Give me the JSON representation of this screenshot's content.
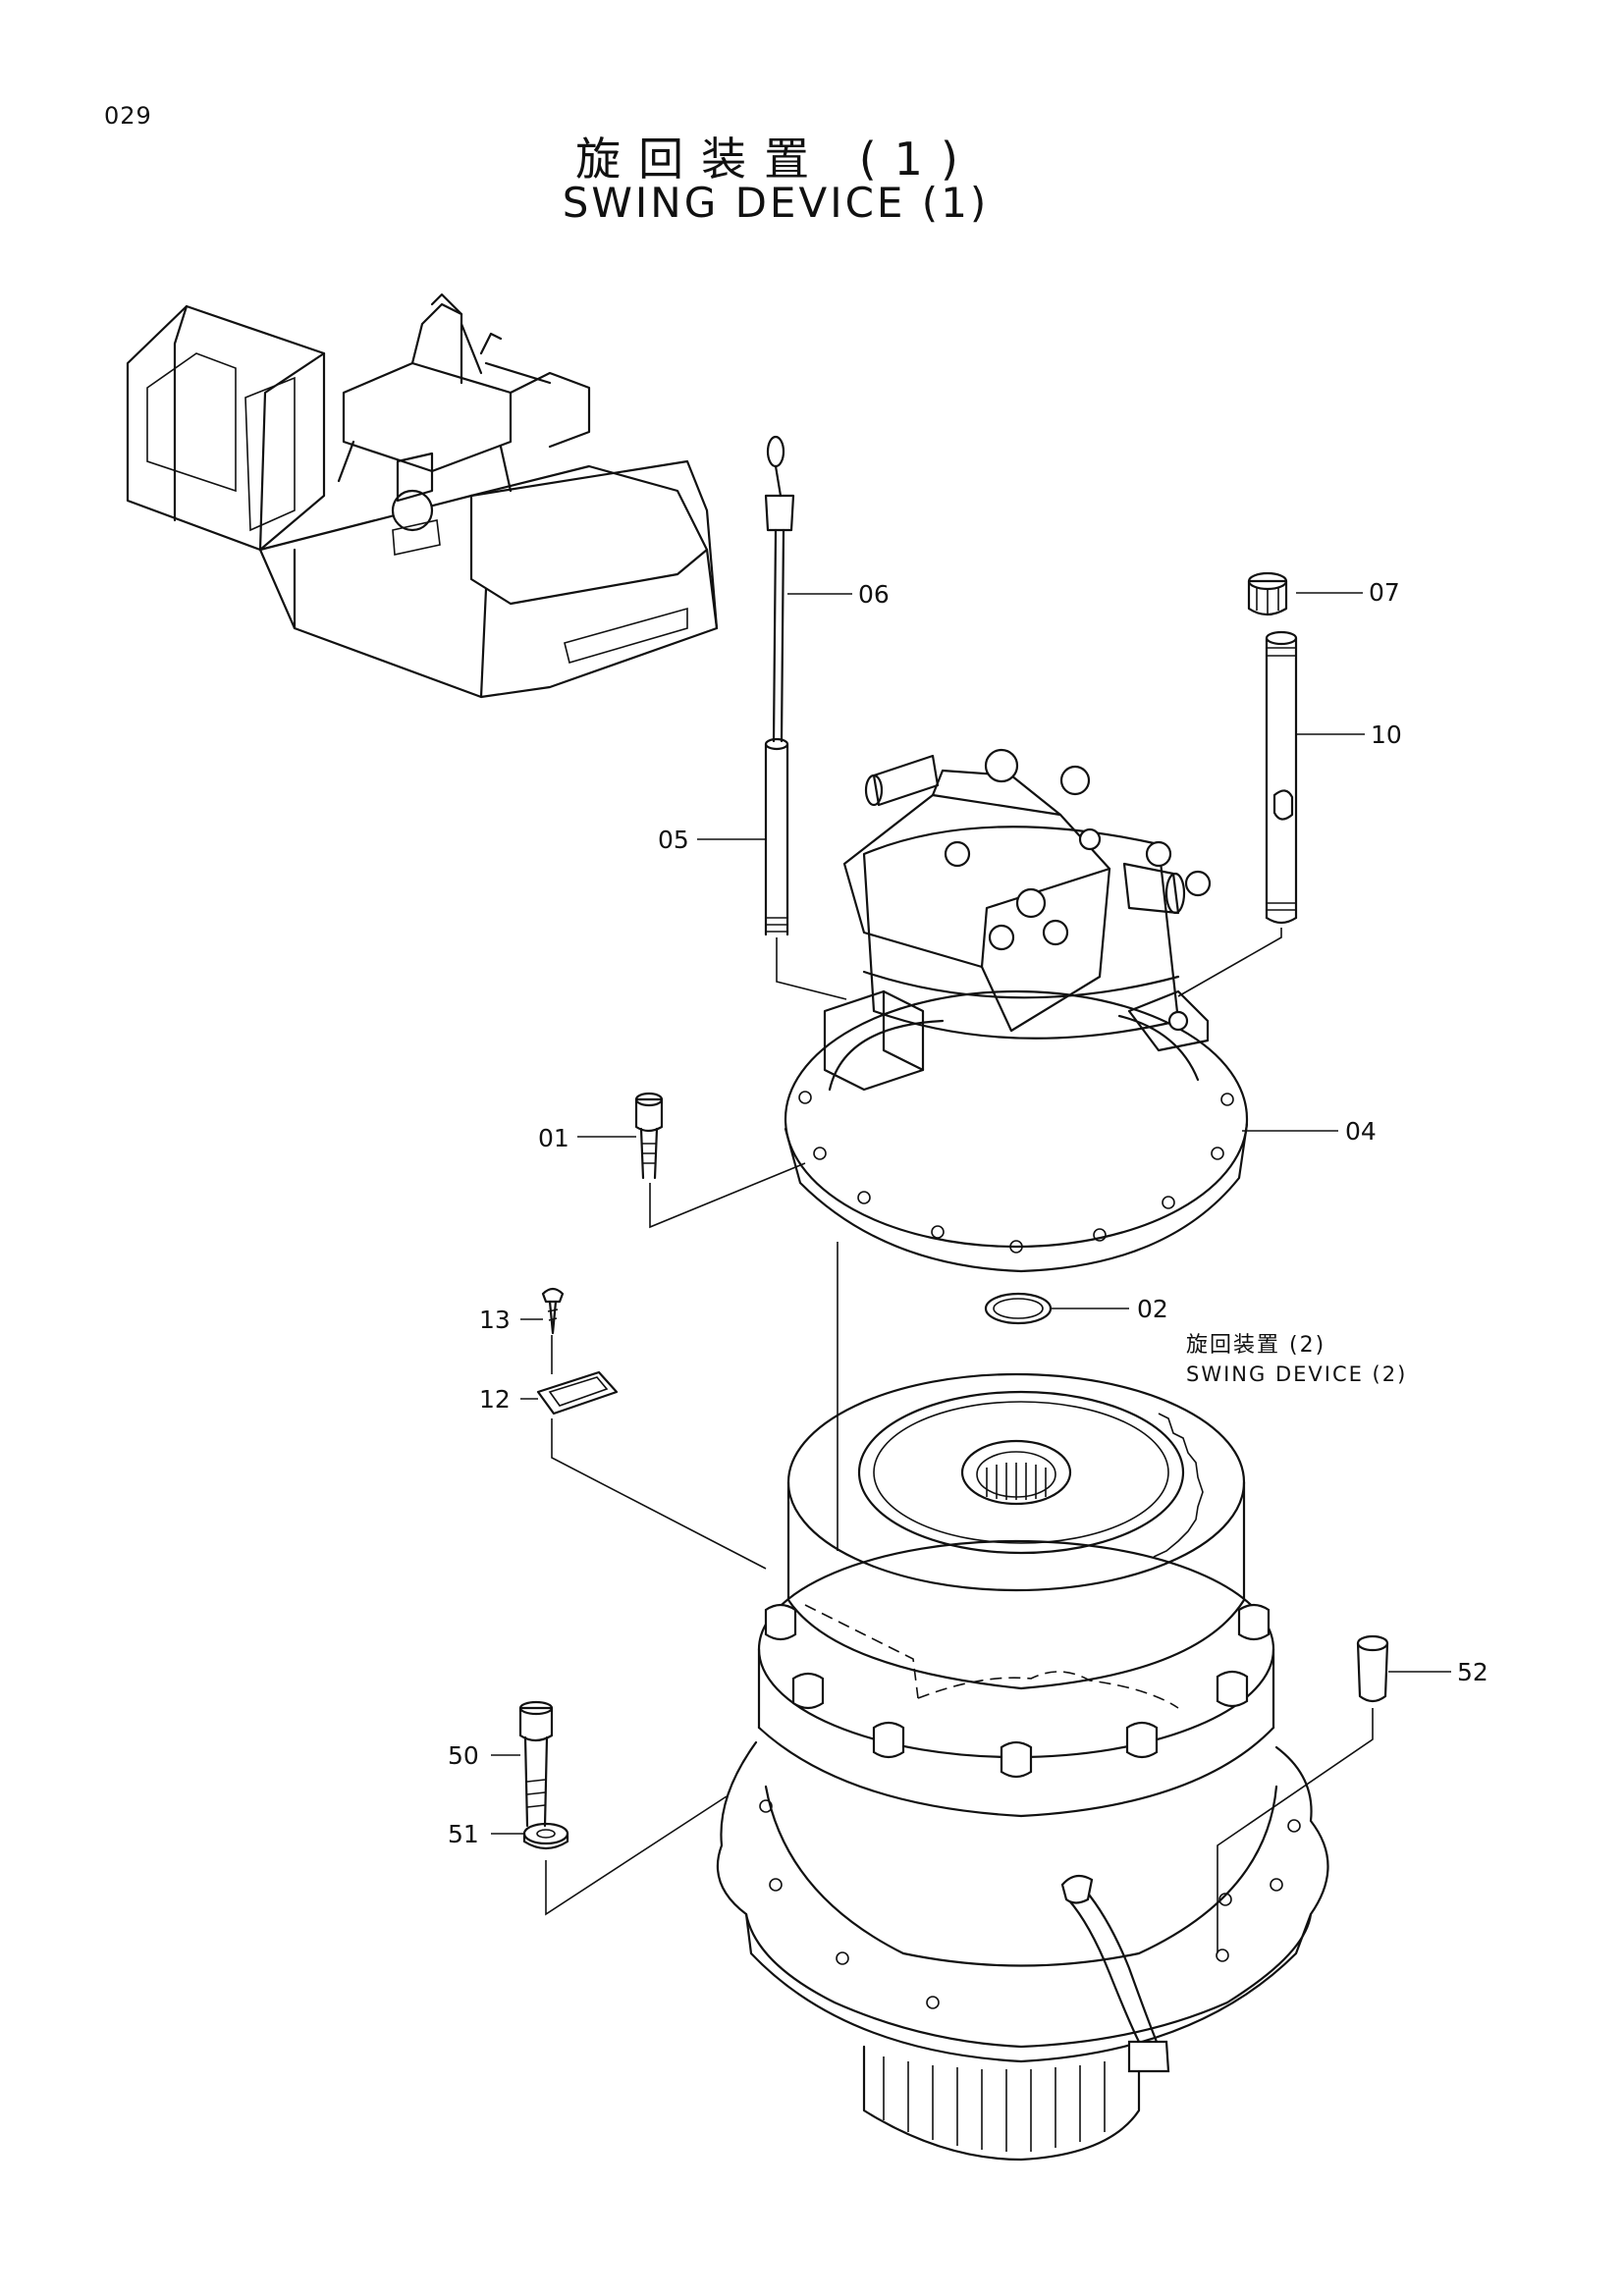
{
  "page": {
    "number": "029",
    "title_jp": "旋回装置 (1)",
    "title_en": "SWING DEVICE (1)"
  },
  "reference": {
    "title_jp": "旋回装置 (2)",
    "title_en": "SWING DEVICE (2)"
  },
  "callouts": {
    "c06": "06",
    "c07": "07",
    "c10": "10",
    "c05": "05",
    "c01": "01",
    "c04": "04",
    "c02": "02",
    "c13": "13",
    "c12": "12",
    "c52": "52",
    "c50": "50",
    "c51": "51"
  }
}
